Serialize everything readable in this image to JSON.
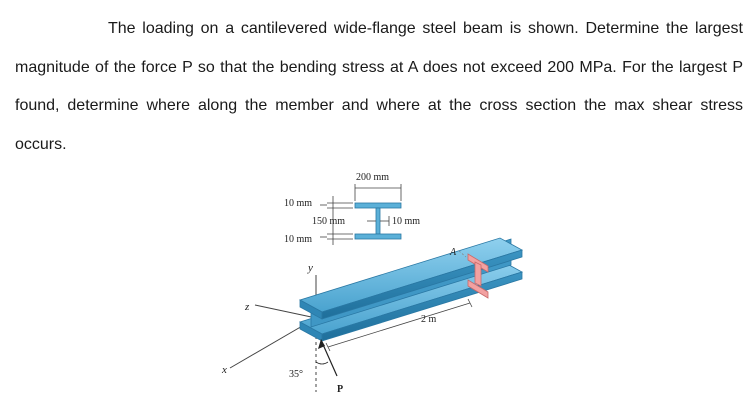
{
  "problem": {
    "text": "The loading on a cantilevered wide-flange steel beam is shown. Determine the largest magnitude of the force P so that the bending stress at A does not exceed 200 MPa. For the largest P found, determine where along the member and where at the cross section the max shear stress occurs."
  },
  "figure": {
    "dims": {
      "flange_width": "200 mm",
      "flange_thickness_top": "10 mm",
      "web_height": "150 mm",
      "flange_thickness_bottom": "10 mm",
      "web_thickness": "10 mm"
    },
    "axes": {
      "x": "x",
      "y": "y",
      "z": "z"
    },
    "labels": {
      "point_a": "A",
      "length": "2 m",
      "angle": "35°",
      "force": "P"
    },
    "colors": {
      "beam": "#5bb0d8",
      "beam_dark": "#2f86b5",
      "section": "#f2a1a1"
    }
  }
}
